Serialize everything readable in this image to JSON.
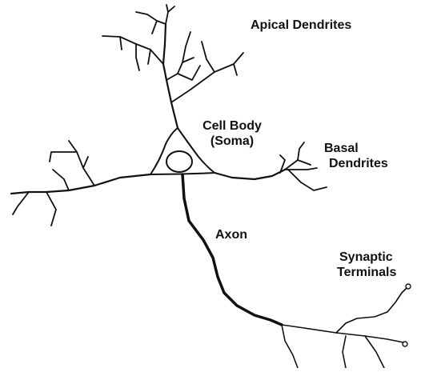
{
  "labels": {
    "apical": "Apical Dendrites",
    "cell_body_line1": "Cell Body",
    "cell_body_line2": "(Soma)",
    "basal_line1": "Basal",
    "basal_line2": "Dendrites",
    "axon": "Axon",
    "synaptic_line1": "Synaptic",
    "synaptic_line2": "Terminals"
  },
  "colors": {
    "ink": "#111111",
    "background": "#ffffff"
  }
}
